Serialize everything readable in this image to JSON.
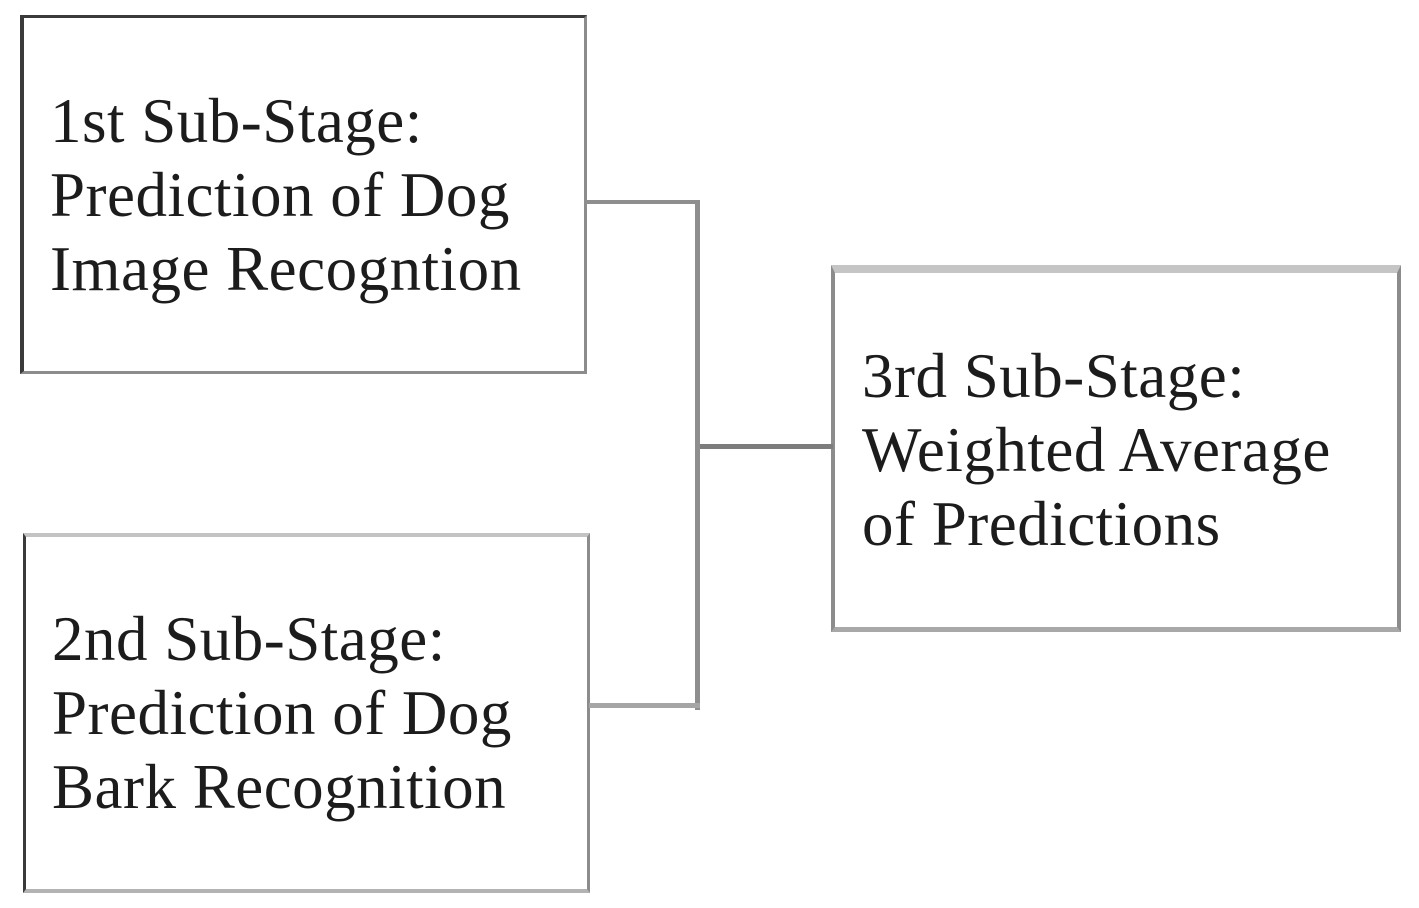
{
  "diagram": {
    "colors": {
      "background": "#ffffff",
      "text": "#1c1c1c",
      "connector": "#8e8e8e",
      "box_border_dark": "#3a3a3a",
      "box_border_light": "#8c8c8c"
    },
    "boxes": [
      {
        "id": "stage1",
        "lines": [
          "1st Sub-Stage:",
          "Prediction of Dog",
          "Image Recogntion"
        ]
      },
      {
        "id": "stage2",
        "lines": [
          "2nd Sub-Stage:",
          "Prediction of Dog",
          "Bark Recognition"
        ]
      },
      {
        "id": "stage3",
        "lines": [
          "3rd Sub-Stage:",
          "Weighted Average",
          "of Predictions"
        ]
      }
    ]
  }
}
